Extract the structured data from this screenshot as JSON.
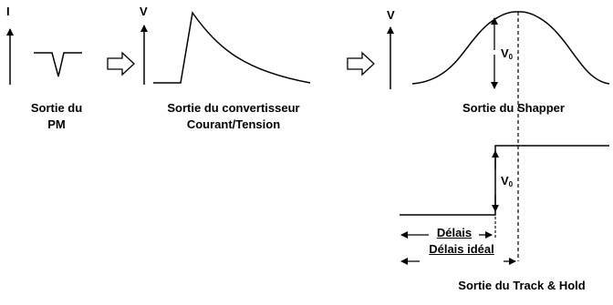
{
  "axes": {
    "pm_axis": "I",
    "converter_axis": "V",
    "shaper_axis": "V"
  },
  "labels": {
    "pm_line1": "Sortie du",
    "pm_line2": "PM",
    "converter_line1": "Sortie du convertisseur",
    "converter_line2": "Courant/Tension",
    "shaper": "Sortie du Shapper",
    "track_hold": "Sortie du Track & Hold"
  },
  "amplitude": {
    "symbol": "V",
    "subscript": "0"
  },
  "delays": {
    "delay": "Délais",
    "ideal_delay": "Délais idéal"
  }
}
